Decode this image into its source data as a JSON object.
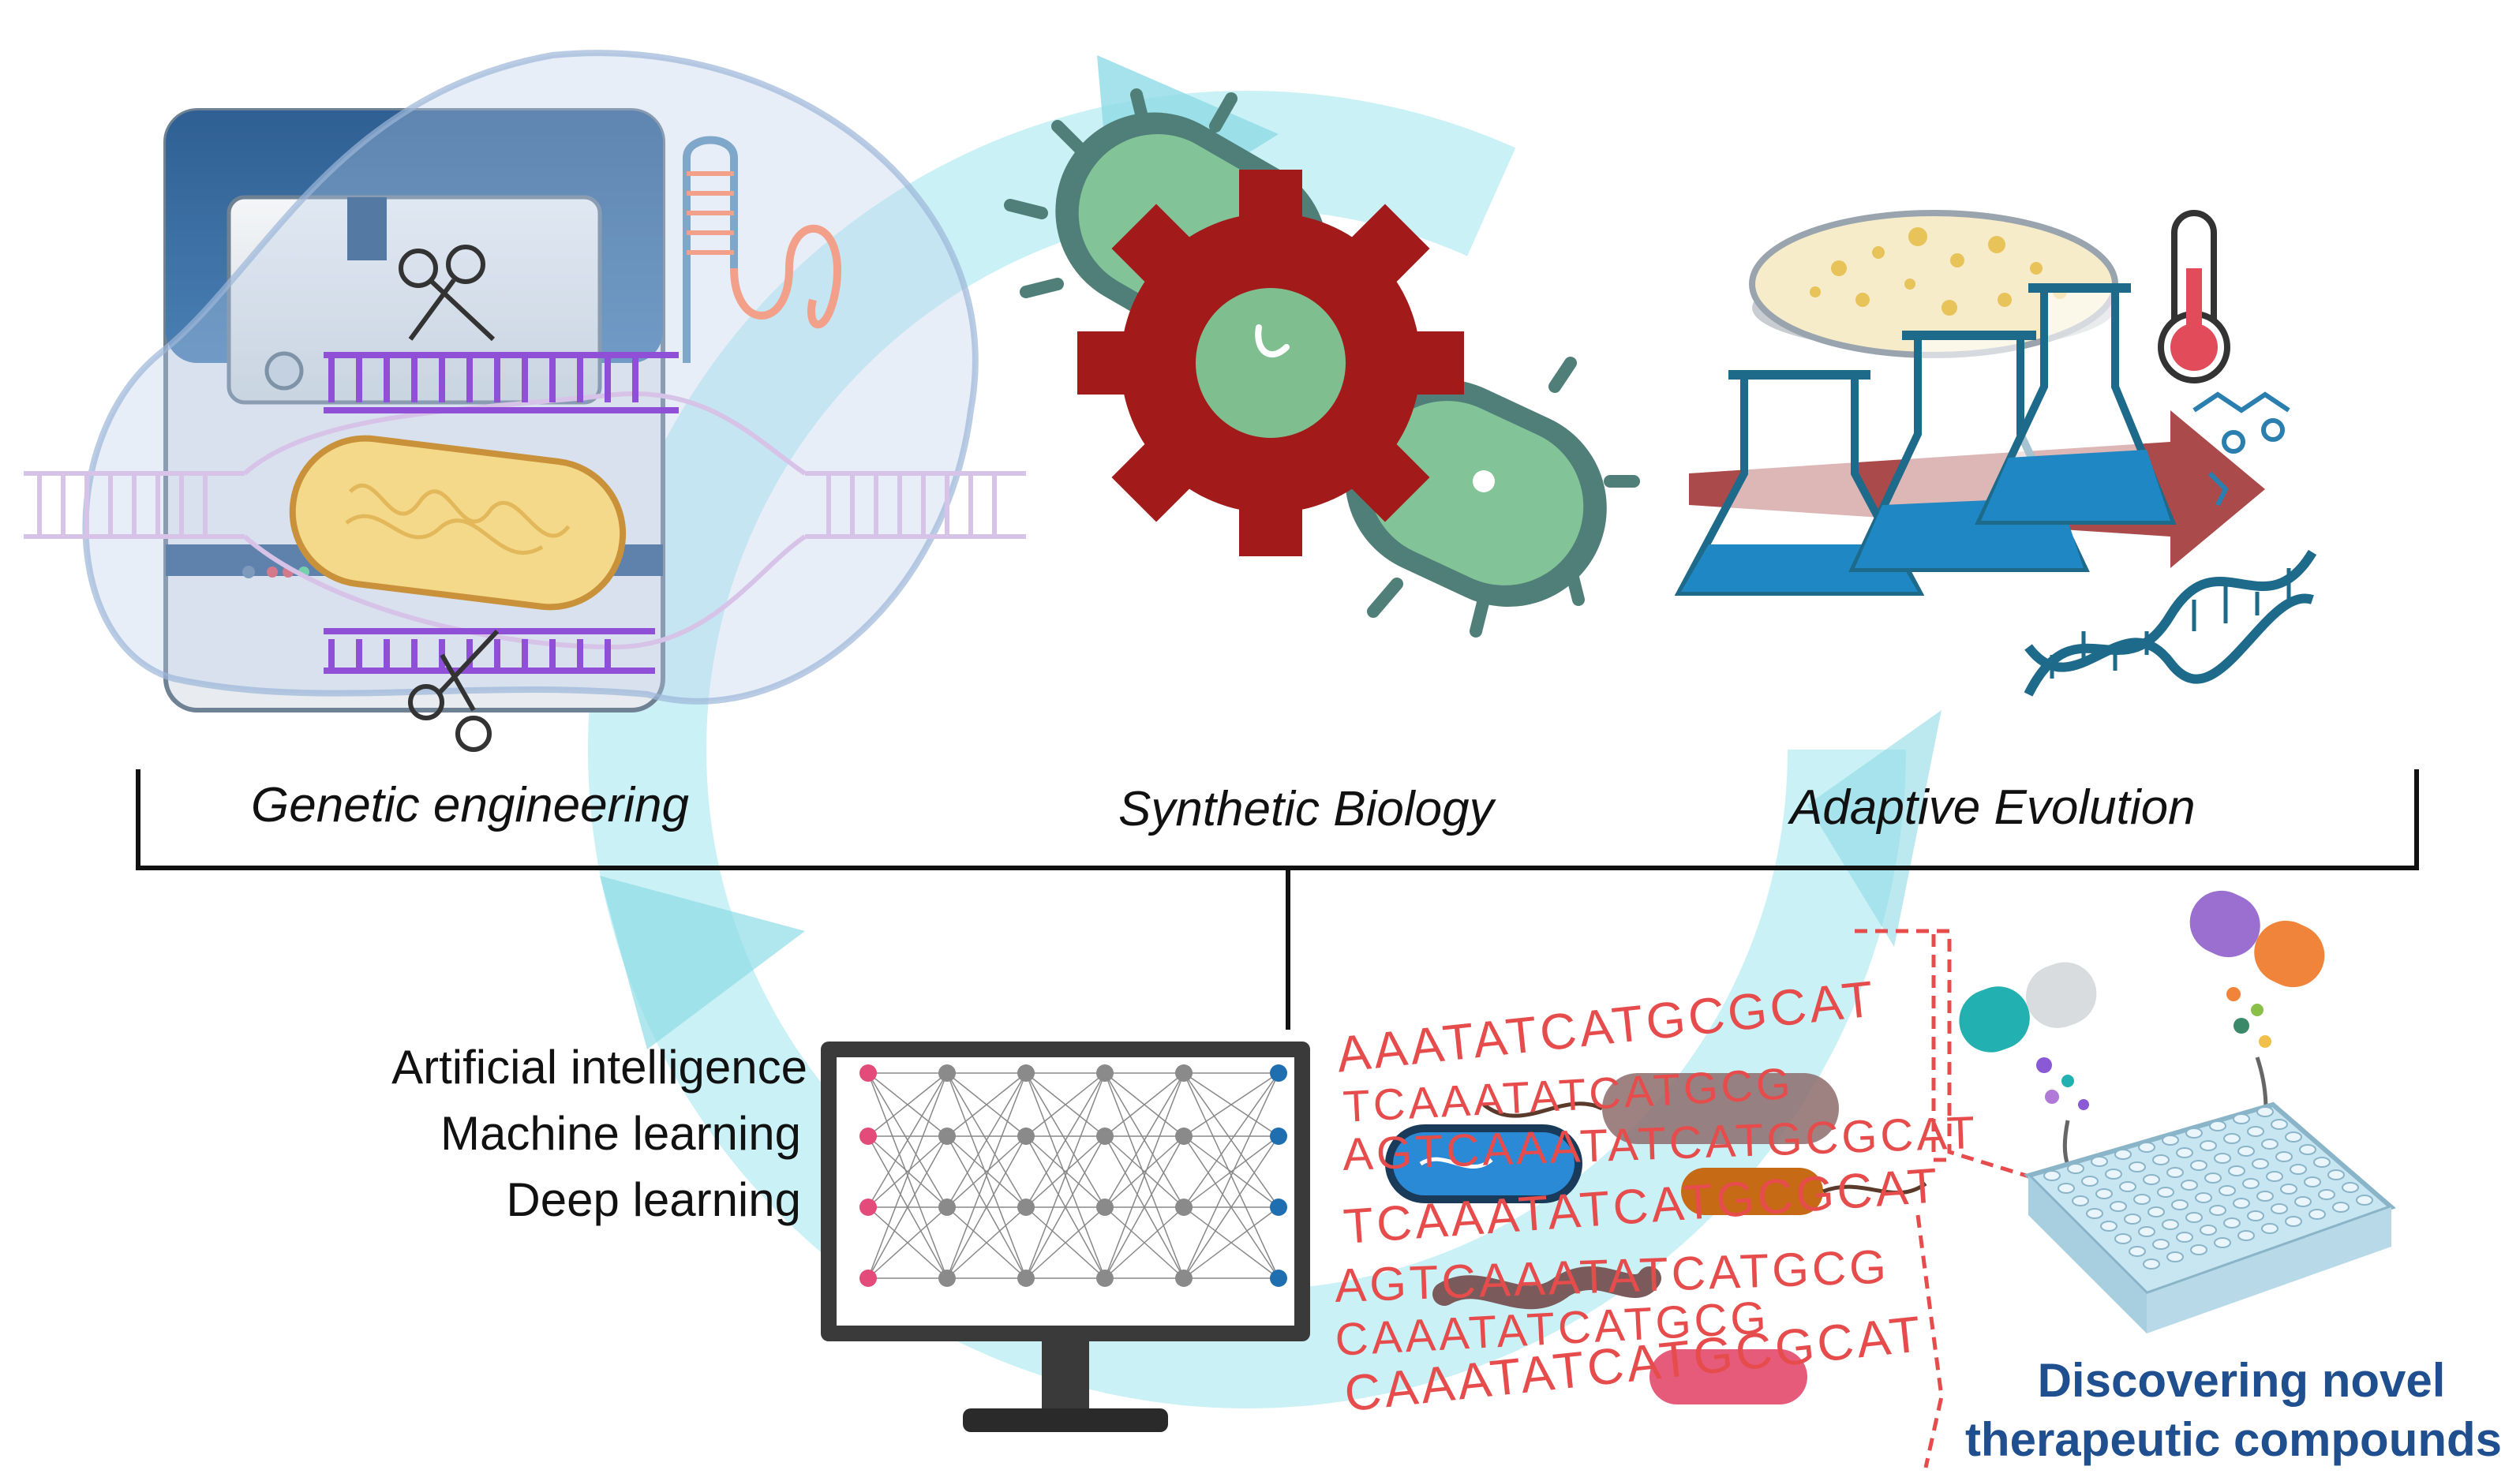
{
  "labels": {
    "genetic_engineering": "Genetic engineering",
    "synthetic_biology": "Synthetic Biology",
    "adaptive_evolution": "Adaptive Evolution",
    "ai": "Artificial intelligence",
    "ml": "Machine learning",
    "dl": "Deep learning",
    "discovering_line1": "Discovering novel",
    "discovering_line2": "therapeutic compounds"
  },
  "dna_rows": [
    "AAATATCATGCGCAT",
    "TCAAATATCATGCG",
    "AGTCAAATATCATGCGCAT",
    "TCAAATATCATGCGCAT",
    "AGTCAAATATCATGCG",
    "CAAATATCATGCG",
    "CAAATATCATGCGCAT"
  ],
  "colors": {
    "arrow": "#9fe6ee",
    "gear": "#a31a1a",
    "bacteria": "#7fbf8f",
    "bacteria_outline": "#4f7f78",
    "machine": "#2e5a8c",
    "dna_text": "#e64c4c",
    "title_blue": "#1f4f8f",
    "flask_liquid": "#1f88c4",
    "flask_outline": "#1e6a8a",
    "purple": "#8f4fd6",
    "pink": "#f2a08a"
  }
}
